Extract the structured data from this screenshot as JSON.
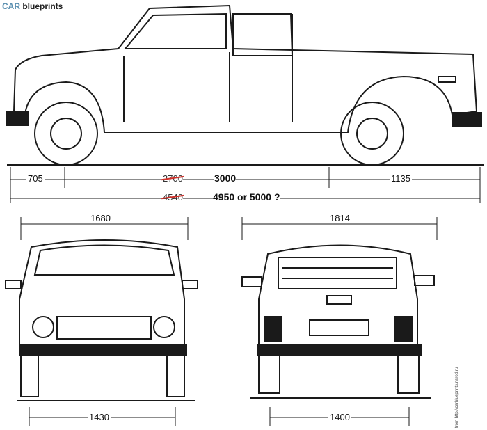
{
  "logo": {
    "brand": "CAR",
    "text": "blueprints"
  },
  "side_view": {
    "front_overhang": "705",
    "wheelbase_old": "2700",
    "wheelbase_new": "3000",
    "rear_overhang": "1135",
    "length_old": "4540",
    "length_new": "4950 or 5000 ?"
  },
  "front_view": {
    "width": "1680",
    "track": "1430"
  },
  "rear_view": {
    "width": "1814",
    "track": "1400"
  },
  "credit": "from http://carblueprints.narod.ru",
  "colors": {
    "ink": "#1a1a1a",
    "correction": "#d0302a",
    "logo_accent": "#5a8fb0"
  }
}
